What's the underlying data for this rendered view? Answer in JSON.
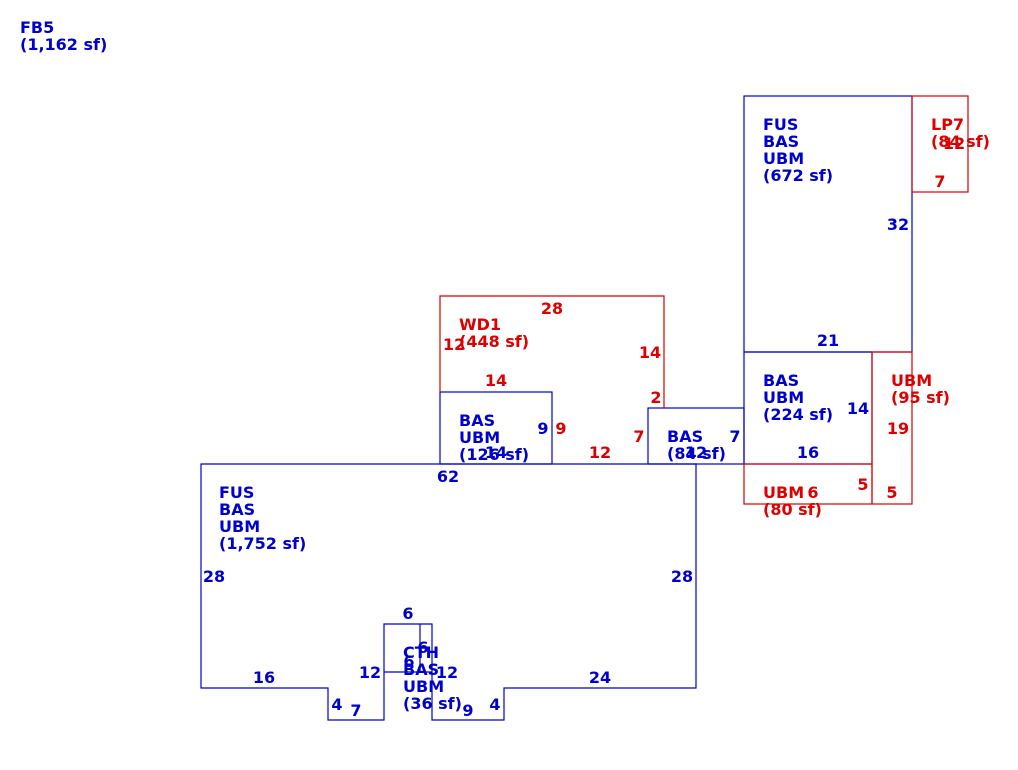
{
  "colors": {
    "blue": "#0000cc",
    "red": "#dd0000"
  },
  "summary": {
    "code": "FB5",
    "area": "(1,162 sf)"
  },
  "areas": {
    "main": {
      "lines": [
        "FUS",
        "BAS",
        "UBM",
        "(1,752 sf)"
      ]
    },
    "upper_right": {
      "lines": [
        "FUS",
        "BAS",
        "UBM",
        "(672 sf)"
      ]
    },
    "lp7": {
      "lines": [
        "LP7",
        "(84 sf)"
      ]
    },
    "wd1": {
      "lines": [
        "WD1",
        "(448 sf)"
      ]
    },
    "bas126": {
      "lines": [
        "BAS",
        "UBM",
        "(126 sf)"
      ]
    },
    "bas84": {
      "lines": [
        "BAS",
        "(84 sf)"
      ]
    },
    "bas224": {
      "lines": [
        "BAS",
        "UBM",
        "(224 sf)"
      ]
    },
    "ubm95": {
      "lines": [
        "UBM",
        "(95 sf)"
      ]
    },
    "ubm80": {
      "lines": [
        "UBM",
        "(80 sf)"
      ]
    },
    "cth": {
      "lines": [
        "CTH",
        "BAS",
        "UBM",
        "(36 sf)"
      ]
    }
  },
  "dimensions": {
    "main_top": "62",
    "main_left": "28",
    "main_right": "28",
    "main_bottom_left": "16",
    "main_bottom_right": "24",
    "notch_left_riser": "4",
    "notch_left_bottom": "7",
    "notch_right_riser": "4",
    "notch_right_bottom": "9",
    "cth_top": "6",
    "cth_side_left": "12",
    "cth_side_right": "12",
    "cth_inner_top": "6",
    "cth_inner_side": "6",
    "wd1_top": "28",
    "wd1_left": "12",
    "wd1_right": "14",
    "wd1_inner": "14",
    "wd1_step": "2",
    "wd1_bottom": "12",
    "wd1_side_9": "9",
    "wd1_side_7": "7",
    "bas126_right": "9",
    "bas126_bottom": "14",
    "bas84_right": "7",
    "bas84_bottom": "12",
    "upper_bottom": "21",
    "upper_right": "32",
    "lp7_right": "12",
    "lp7_bottom": "7",
    "bas224_right": "14",
    "bas224_bottom": "16",
    "ubm95_right": "19",
    "ubm95_bottom": "5",
    "ubm80_right": "5",
    "ubm80_side": "6"
  }
}
